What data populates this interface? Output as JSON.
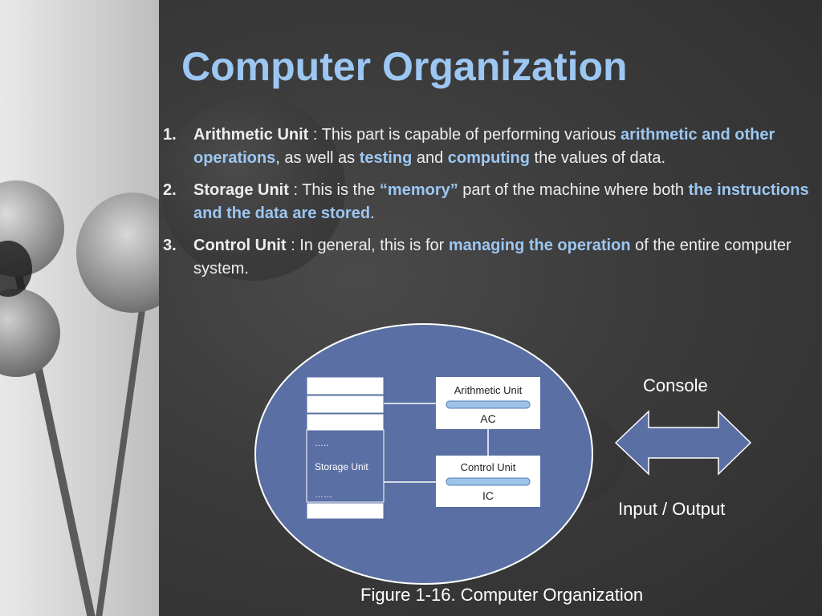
{
  "title": "Computer Organization",
  "items": [
    {
      "number": "1.",
      "term": "Arithmetic Unit",
      "t1": " : This part is capable of performing various ",
      "h1": "arithmetic and other operations",
      "t2": ", as well as ",
      "h2": "testing",
      "t3": " and ",
      "h3": "computing",
      "t4": " the values of data."
    },
    {
      "number": "2.",
      "term": "Storage Unit",
      "t1": " : This is the ",
      "h1": "“memory”",
      "t2": " part of the machine where both ",
      "h2": "the instructions and the data are stored",
      "t3": "."
    },
    {
      "number": "3.",
      "term": "Control Unit",
      "t1": " :  In general, this is for ",
      "h1": "managing the operation",
      "t2": " of the entire computer system."
    }
  ],
  "diagram": {
    "storage_dots_top": "…..",
    "storage_label": "Storage Unit",
    "storage_dots_bottom": "……",
    "arithmetic_label": "Arithmetic Unit",
    "ac_label": "AC",
    "control_label": "Control Unit",
    "ic_label": "IC",
    "console_label": "Console",
    "io_label": "Input / Output",
    "caption": "Figure 1-16. Computer Organization"
  },
  "colors": {
    "title": "#9cc7f2",
    "highlight": "#9cc7f2",
    "cpu_ellipse": "#5a6fa3",
    "arrow": "#5a6fa3",
    "register_bar": "#9dc3e6"
  }
}
